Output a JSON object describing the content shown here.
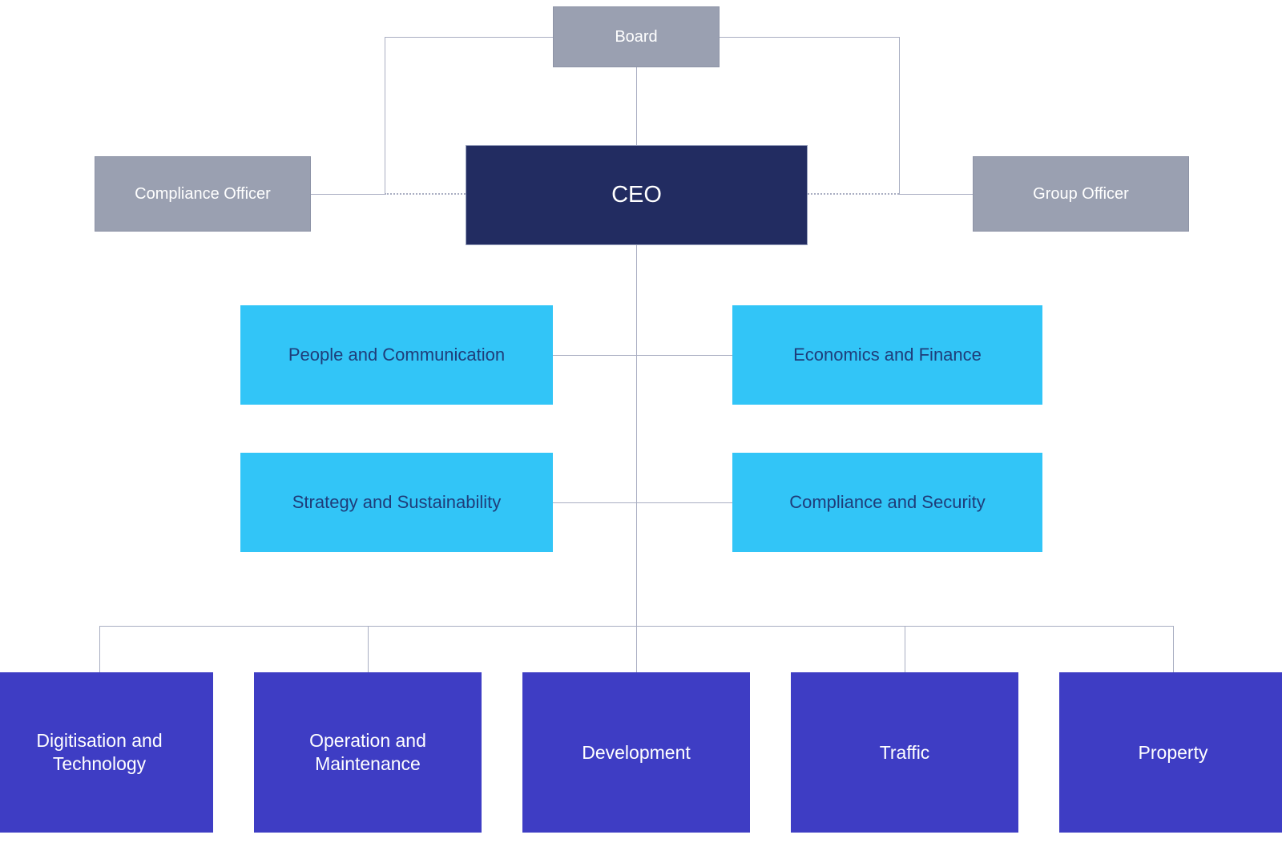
{
  "chart": {
    "type": "org-chart",
    "board": {
      "label": "Board"
    },
    "ceo": {
      "label": "CEO"
    },
    "staff_officers": [
      {
        "label": "Compliance Officer"
      },
      {
        "label": "Group Officer"
      }
    ],
    "departments": [
      {
        "label": "People and Communication"
      },
      {
        "label": "Economics and Finance"
      },
      {
        "label": "Strategy and Sustainability"
      },
      {
        "label": "Compliance and Security"
      }
    ],
    "divisions": [
      {
        "label": "Digitisation and Technology"
      },
      {
        "label": "Operation and Maintenance"
      },
      {
        "label": "Development"
      },
      {
        "label": "Traffic"
      },
      {
        "label": "Property"
      }
    ],
    "colors": {
      "board_gray": "#9AA0B1",
      "ceo_navy": "#222C61",
      "department_cyan": "#32C5F7",
      "department_text": "#1F3D7A",
      "division_indigo": "#3E3DC4",
      "connector": "#A9AEC2",
      "light_text": "#FFFFFF"
    }
  }
}
